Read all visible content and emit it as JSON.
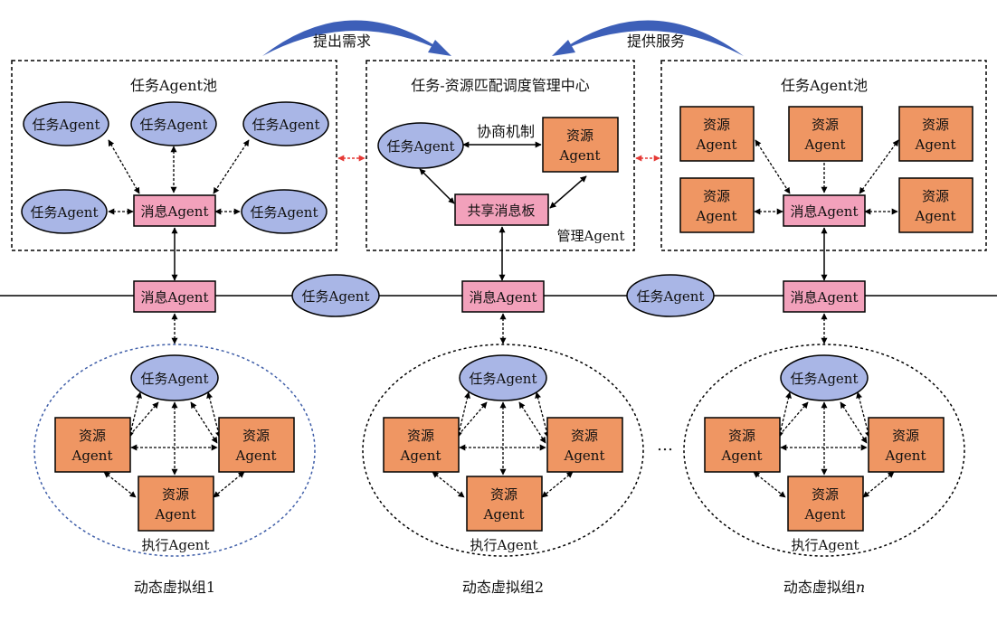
{
  "colors": {
    "task_fill": "#a9b6e6",
    "msg_fill": "#f2a1bb",
    "res_fill": "#ef9663",
    "curve_arrow": "#3d5fb8",
    "bidir_red": "#e53935"
  },
  "top_arrows": {
    "left": "提出需求",
    "right": "提供服务"
  },
  "pools": {
    "left_title": "任务Agent池",
    "center_title": "任务-资源匹配调度管理中心",
    "right_title": "任务Agent池"
  },
  "nodes": {
    "task": "任务Agent",
    "message": "消息Agent",
    "resource_l1": "资源",
    "resource_l2": "Agent",
    "shared_board": "共享消息板",
    "negotiation": "协商机制",
    "manager": "管理Agent",
    "executor": "执行Agent",
    "ellipsis": "…"
  },
  "groups": {
    "g1": "动态虚拟组1",
    "g2": "动态虚拟组2",
    "gn_prefix": "动态虚拟组",
    "gn_suffix": "n"
  }
}
